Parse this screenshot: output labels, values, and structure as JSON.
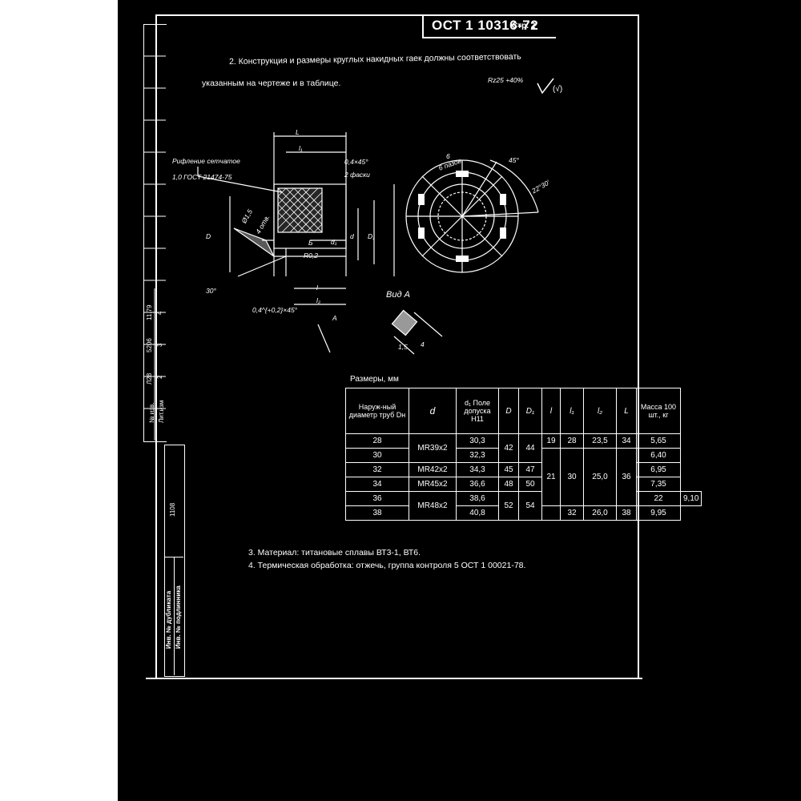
{
  "header": {
    "doc_number": "ОСТ 1 10316-72",
    "page_label": "Стр. 2"
  },
  "paragraph2": {
    "line1": "2. Конструкция и размеры круглых накидных гаек должны соответствовать",
    "line2": "указанным на чертеже и в таблице."
  },
  "roughness_note": "Rz25 +40%",
  "drawing_labels": {
    "knurl_1": "Рифление сетчатое",
    "knurl_2": "1,0 ГОСТ 21474-75",
    "L": "L",
    "l1": "l₁",
    "chamfer_top": "0,4×45°",
    "chamfer_count": "2 фаски",
    "hole": "Ø1,5",
    "hole_count": "4 отв.",
    "D": "D",
    "d": "d",
    "d1": "d₁",
    "D1": "D₁",
    "B": "Б",
    "R": "R0,2",
    "l": "l",
    "l2": "l₂",
    "angle30": "30°",
    "chamfer_bottom": "0,4^{+0,2}×45°",
    "A": "A",
    "angle45": "45°",
    "angle22": "22°30'",
    "slots": "6 пазов",
    "b": "6",
    "view_A": "Вид А",
    "view_dims": "1,5",
    "view_dims2": "4"
  },
  "table": {
    "caption": "Размеры, мм",
    "headers": {
      "col1": "Наруж-ный диаметр труб Dн",
      "col2": "d",
      "col3": "d₁ Поле допуска H11",
      "col4": "D",
      "col5": "D₁",
      "col6": "l",
      "col7": "l₁",
      "col8": "l₂",
      "col9": "L",
      "col10": "Масса 100 шт., кг"
    },
    "rows": [
      {
        "dn": "28",
        "d1": "30,3",
        "mass": "5,65"
      },
      {
        "dn": "30",
        "d1": "32,3",
        "mass": "6,40"
      },
      {
        "dn": "32",
        "d1": "34,3",
        "mass": "6,95"
      },
      {
        "dn": "34",
        "d1": "36,6",
        "mass": "7,35"
      },
      {
        "dn": "36",
        "d1": "38,6",
        "mass": "9,10"
      },
      {
        "dn": "38",
        "d1": "40,8",
        "mass": "9,95"
      }
    ],
    "d_groups": [
      "MR39x2",
      "MR42x2",
      "MR45x2",
      "MR48x2"
    ],
    "D_vals": [
      "42",
      "45",
      "48",
      "52"
    ],
    "D1_vals": [
      "44",
      "47",
      "50",
      "54"
    ],
    "l_vals": [
      "19",
      "21",
      "22"
    ],
    "l1_vals": [
      "28",
      "30",
      "32"
    ],
    "l2_vals": [
      "23,5",
      "25,0",
      "26,0"
    ],
    "L_vals": [
      "34",
      "36",
      "38"
    ]
  },
  "notes": {
    "n3": "3. Материал: титановые сплавы ВТ3-1, ВТ6.",
    "n4": "4. Термическая обработка: отжечь, группа контроля 5 ОСТ 1 00021-78."
  },
  "side_strip": {
    "h1": "Лит.изм",
    "h2": "№ изв.",
    "c1": "2",
    "c2": "3",
    "c3": "4",
    "v1": "Л28",
    "v2": "5206",
    "v3": "11.79",
    "inv": "1108",
    "bottom1": "Инв. № дубликата",
    "bottom2": "Инв. № подлинника"
  }
}
